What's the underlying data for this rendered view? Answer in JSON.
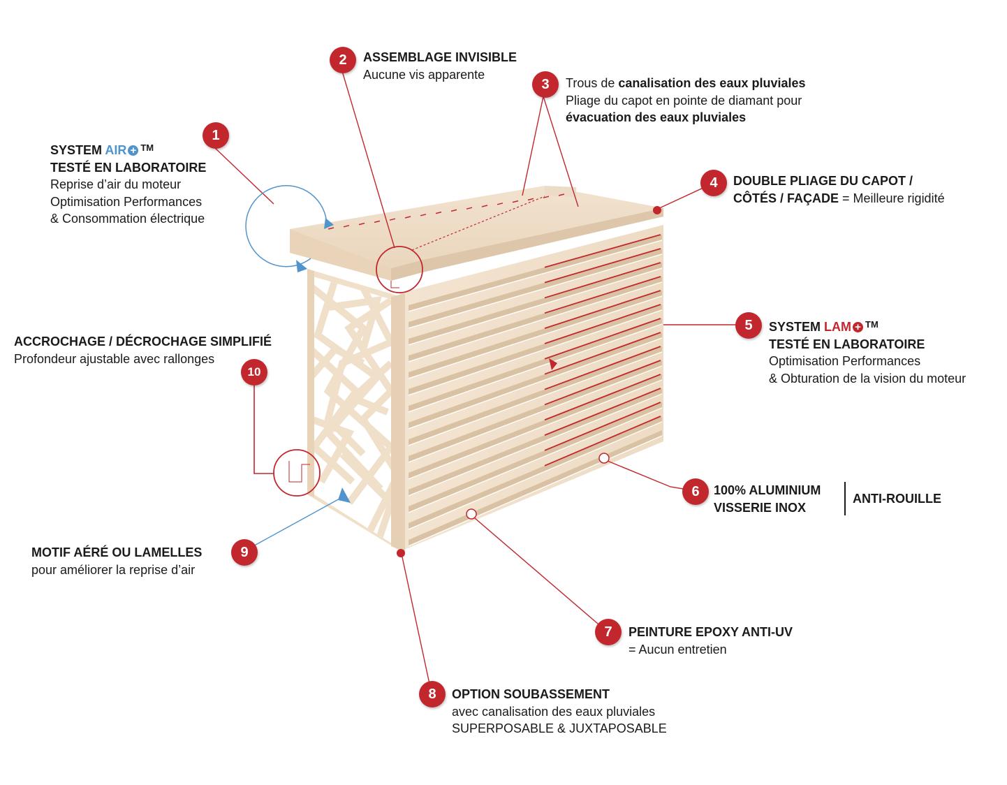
{
  "callouts": {
    "c1": {
      "number": "1",
      "line1_a": "SYSTEM ",
      "line1_b": "AIR",
      "plus": "+",
      "tm": "TM",
      "line2": "TESTÉ EN LABORATOIRE",
      "line3": "Reprise d’air du moteur",
      "line4": "Optimisation Performances",
      "line5": "& Consommation électrique"
    },
    "c2": {
      "number": "2",
      "title": "ASSEMBLAGE INVISIBLE",
      "text": "Aucune vis apparente"
    },
    "c3": {
      "number": "3",
      "line1_a": "Trous de ",
      "line1_b": "canalisation des eaux pluviales",
      "line2": "Pliage du capot en pointe de diamant pour",
      "line3": "évacuation des eaux pluviales"
    },
    "c4": {
      "number": "4",
      "line1": "DOUBLE PLIAGE DU CAPOT /",
      "line2_a": "CÔTÉS / FAÇADE",
      "line2_b": " = Meilleure rigidité"
    },
    "c5": {
      "number": "5",
      "line1_a": "SYSTEM ",
      "line1_b": "LAM",
      "plus": "+",
      "tm": "TM",
      "line2": "TESTÉ EN LABORATOIRE",
      "line3": "Optimisation Performances",
      "line4": "& Obturation de la vision du moteur"
    },
    "c6": {
      "number": "6",
      "line1": "100% ALUMINIUM",
      "line2": "VISSERIE INOX",
      "right": "ANTI-ROUILLE"
    },
    "c7": {
      "number": "7",
      "title": "PEINTURE EPOXY ANTI-UV",
      "text": "= Aucun entretien"
    },
    "c8": {
      "number": "8",
      "title": "OPTION SOUBASSEMENT",
      "line2": "avec canalisation des eaux pluviales",
      "line3": "SUPERPOSABLE & JUXTAPOSABLE"
    },
    "c9": {
      "number": "9",
      "title": "MOTIF AÉRÉ OU LAMELLES",
      "text": "pour améliorer la reprise d’air"
    },
    "c10": {
      "number": "10",
      "title": "ACCROCHAGE / DÉCROCHAGE SIMPLIFIÉ",
      "text": "Profondeur ajustable avec rallonges"
    }
  },
  "colors": {
    "accent_red": "#c1272d",
    "accent_blue": "#4f94cd",
    "cover_beige": "#f3e3cf",
    "cover_shade": "#e2ccb1",
    "text": "#1a1a1a"
  },
  "illustration": {
    "name": "air-conditioner-cover"
  }
}
